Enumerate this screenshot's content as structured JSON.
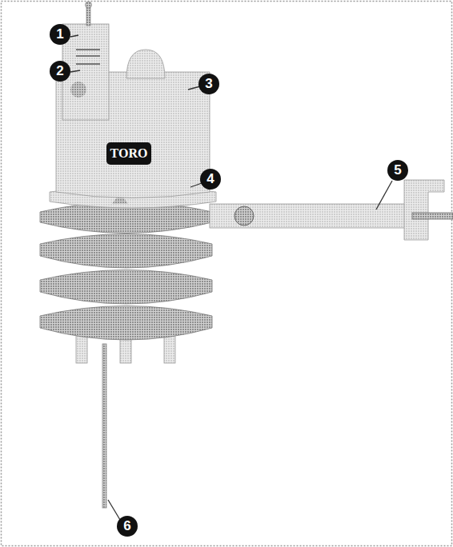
{
  "diagram": {
    "labels": [
      "1",
      "2",
      "3",
      "4",
      "5",
      "6",
      "TORO"
    ]
  }
}
